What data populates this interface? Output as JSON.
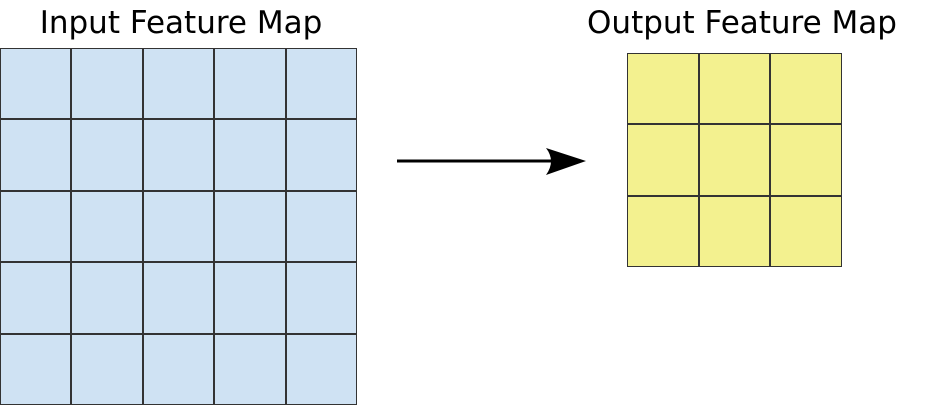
{
  "input_map": {
    "title": "Input Feature Map",
    "rows": 5,
    "cols": 5,
    "cell_color": "#cfe2f3"
  },
  "output_map": {
    "title": "Output Feature Map",
    "rows": 3,
    "cols": 3,
    "cell_color": "#f3f18f"
  },
  "arrow": {
    "direction": "right",
    "color": "#000000"
  }
}
